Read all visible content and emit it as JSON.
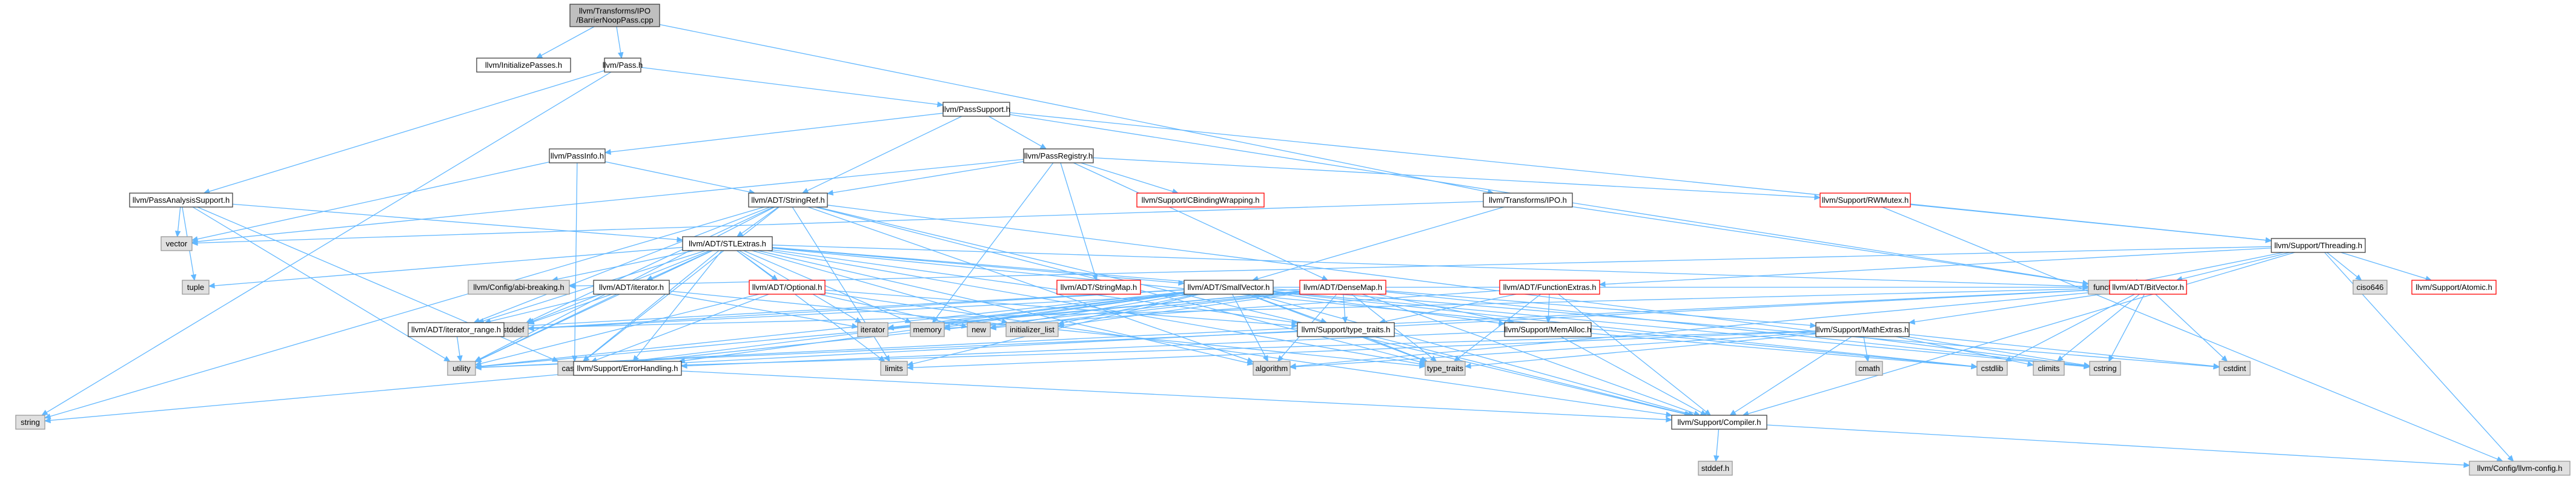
{
  "title": "llvm/Transforms/IPO/BarrierNoopPass.cpp",
  "colors": {
    "edge": "#63b8ff",
    "root_fill": "#bfbfbf",
    "node_fill": "#ffffff",
    "external_fill": "#e0e0e0",
    "truncated_border": "#ff0000",
    "normal_border": "#404040",
    "external_border": "#999999"
  },
  "nodes": [
    {
      "id": "root",
      "lines": [
        "llvm/Transforms/IPO",
        "/BarrierNoopPass.cpp"
      ],
      "kind": "root"
    },
    {
      "id": "initpasses",
      "lines": [
        "llvm/InitializePasses.h"
      ],
      "kind": "normal"
    },
    {
      "id": "pass",
      "lines": [
        "llvm/Pass.h"
      ],
      "kind": "normal"
    },
    {
      "id": "passsupport",
      "lines": [
        "llvm/PassSupport.h"
      ],
      "kind": "normal"
    },
    {
      "id": "passinfo",
      "lines": [
        "llvm/PassInfo.h"
      ],
      "kind": "normal"
    },
    {
      "id": "passregistry",
      "lines": [
        "llvm/PassRegistry.h"
      ],
      "kind": "normal"
    },
    {
      "id": "passanalysis",
      "lines": [
        "llvm/PassAnalysisSupport.h"
      ],
      "kind": "normal"
    },
    {
      "id": "stringref",
      "lines": [
        "llvm/ADT/StringRef.h"
      ],
      "kind": "normal"
    },
    {
      "id": "cbinding",
      "lines": [
        "llvm/Support/CBindingWrapping.h"
      ],
      "kind": "truncated"
    },
    {
      "id": "rwmutex",
      "lines": [
        "llvm/Support/RWMutex.h"
      ],
      "kind": "truncated"
    },
    {
      "id": "ipo",
      "lines": [
        "llvm/Transforms/IPO.h"
      ],
      "kind": "normal"
    },
    {
      "id": "threading",
      "lines": [
        "llvm/Support/Threading.h"
      ],
      "kind": "normal"
    },
    {
      "id": "vector",
      "lines": [
        "vector"
      ],
      "kind": "external"
    },
    {
      "id": "stlextras",
      "lines": [
        "llvm/ADT/STLExtras.h"
      ],
      "kind": "normal"
    },
    {
      "id": "tuple",
      "lines": [
        "tuple"
      ],
      "kind": "external"
    },
    {
      "id": "abibreaking",
      "lines": [
        "llvm/Config/abi-breaking.h"
      ],
      "kind": "external"
    },
    {
      "id": "adtiterator",
      "lines": [
        "llvm/ADT/iterator.h"
      ],
      "kind": "normal"
    },
    {
      "id": "optional",
      "lines": [
        "llvm/ADT/Optional.h"
      ],
      "kind": "truncated"
    },
    {
      "id": "stringmap",
      "lines": [
        "llvm/ADT/StringMap.h"
      ],
      "kind": "truncated"
    },
    {
      "id": "smallvector",
      "lines": [
        "llvm/ADT/SmallVector.h"
      ],
      "kind": "normal"
    },
    {
      "id": "densemap",
      "lines": [
        "llvm/ADT/DenseMap.h"
      ],
      "kind": "truncated"
    },
    {
      "id": "functionextras",
      "lines": [
        "llvm/ADT/FunctionExtras.h"
      ],
      "kind": "truncated"
    },
    {
      "id": "functional",
      "lines": [
        "functional"
      ],
      "kind": "external"
    },
    {
      "id": "bitvector",
      "lines": [
        "llvm/ADT/BitVector.h"
      ],
      "kind": "truncated"
    },
    {
      "id": "ciso646",
      "lines": [
        "ciso646"
      ],
      "kind": "external"
    },
    {
      "id": "atomic",
      "lines": [
        "llvm/Support/Atomic.h"
      ],
      "kind": "truncated"
    },
    {
      "id": "cstddef",
      "lines": [
        "cstddef"
      ],
      "kind": "external"
    },
    {
      "id": "iteratorrange",
      "lines": [
        "llvm/ADT/iterator_range.h"
      ],
      "kind": "normal"
    },
    {
      "id": "iterator",
      "lines": [
        "iterator"
      ],
      "kind": "external"
    },
    {
      "id": "memory",
      "lines": [
        "memory"
      ],
      "kind": "external"
    },
    {
      "id": "new",
      "lines": [
        "new"
      ],
      "kind": "external"
    },
    {
      "id": "initlist",
      "lines": [
        "initializer_list"
      ],
      "kind": "external"
    },
    {
      "id": "typetraitsh",
      "lines": [
        "llvm/Support/type_traits.h"
      ],
      "kind": "normal"
    },
    {
      "id": "memalloc",
      "lines": [
        "llvm/Support/MemAlloc.h"
      ],
      "kind": "normal"
    },
    {
      "id": "mathextras",
      "lines": [
        "llvm/Support/MathExtras.h"
      ],
      "kind": "normal"
    },
    {
      "id": "utility",
      "lines": [
        "utility"
      ],
      "kind": "external"
    },
    {
      "id": "cassert",
      "lines": [
        "cassert"
      ],
      "kind": "external"
    },
    {
      "id": "errorhandling",
      "lines": [
        "llvm/Support/ErrorHandling.h"
      ],
      "kind": "normal"
    },
    {
      "id": "limits",
      "lines": [
        "limits"
      ],
      "kind": "external"
    },
    {
      "id": "algorithm",
      "lines": [
        "algorithm"
      ],
      "kind": "external"
    },
    {
      "id": "typetraits",
      "lines": [
        "type_traits"
      ],
      "kind": "external"
    },
    {
      "id": "cmath",
      "lines": [
        "cmath"
      ],
      "kind": "external"
    },
    {
      "id": "cstdlib",
      "lines": [
        "cstdlib"
      ],
      "kind": "external"
    },
    {
      "id": "climits",
      "lines": [
        "climits"
      ],
      "kind": "external"
    },
    {
      "id": "cstring",
      "lines": [
        "cstring"
      ],
      "kind": "external"
    },
    {
      "id": "cstdint",
      "lines": [
        "cstdint"
      ],
      "kind": "external"
    },
    {
      "id": "string",
      "lines": [
        "string"
      ],
      "kind": "external"
    },
    {
      "id": "compiler",
      "lines": [
        "llvm/Support/Compiler.h"
      ],
      "kind": "normal"
    },
    {
      "id": "stddef",
      "lines": [
        "stddef.h"
      ],
      "kind": "external"
    },
    {
      "id": "llvmconfig",
      "lines": [
        "llvm/Config/llvm-config.h"
      ],
      "kind": "external"
    }
  ],
  "edges": [
    [
      "root",
      "initpasses"
    ],
    [
      "root",
      "pass"
    ],
    [
      "root",
      "ipo"
    ],
    [
      "pass",
      "passsupport"
    ],
    [
      "pass",
      "passanalysis"
    ],
    [
      "pass",
      "string"
    ],
    [
      "passsupport",
      "passinfo"
    ],
    [
      "passsupport",
      "passregistry"
    ],
    [
      "passsupport",
      "stringref"
    ],
    [
      "passsupport",
      "threading"
    ],
    [
      "passsupport",
      "functional"
    ],
    [
      "passinfo",
      "stringref"
    ],
    [
      "passinfo",
      "cassert"
    ],
    [
      "passinfo",
      "vector"
    ],
    [
      "passregistry",
      "stringref"
    ],
    [
      "passregistry",
      "cbinding"
    ],
    [
      "passregistry",
      "rwmutex"
    ],
    [
      "passregistry",
      "stringmap"
    ],
    [
      "passregistry",
      "densemap"
    ],
    [
      "passregistry",
      "memory"
    ],
    [
      "passregistry",
      "vector"
    ],
    [
      "passanalysis",
      "stlextras"
    ],
    [
      "passanalysis",
      "cassert"
    ],
    [
      "passanalysis",
      "tuple"
    ],
    [
      "passanalysis",
      "utility"
    ],
    [
      "passanalysis",
      "vector"
    ],
    [
      "stringref",
      "stlextras"
    ],
    [
      "stringref",
      "iteratorrange"
    ],
    [
      "stringref",
      "compiler"
    ],
    [
      "stringref",
      "algorithm"
    ],
    [
      "stringref",
      "cassert"
    ],
    [
      "stringref",
      "cstddef"
    ],
    [
      "stringref",
      "cstring"
    ],
    [
      "stringref",
      "limits"
    ],
    [
      "stringref",
      "string"
    ],
    [
      "stringref",
      "typetraits"
    ],
    [
      "stringref",
      "utility"
    ],
    [
      "rwmutex",
      "threading"
    ],
    [
      "rwmutex",
      "llvmconfig"
    ],
    [
      "ipo",
      "functional"
    ],
    [
      "ipo",
      "smallvector"
    ],
    [
      "ipo",
      "vector"
    ],
    [
      "threading",
      "bitvector"
    ],
    [
      "threading",
      "functionextras"
    ],
    [
      "threading",
      "abibreaking"
    ],
    [
      "threading",
      "llvmconfig"
    ],
    [
      "threading",
      "ciso646"
    ],
    [
      "threading",
      "functional"
    ],
    [
      "threading",
      "atomic"
    ],
    [
      "threading",
      "compiler"
    ],
    [
      "stlextras",
      "abibreaking"
    ],
    [
      "stlextras",
      "adtiterator"
    ],
    [
      "stlextras",
      "optional"
    ],
    [
      "stlextras",
      "iteratorrange"
    ],
    [
      "stlextras",
      "smallvector"
    ],
    [
      "stlextras",
      "tuple"
    ],
    [
      "stlextras",
      "typetraitsh"
    ],
    [
      "stlextras",
      "algorithm"
    ],
    [
      "stlextras",
      "cassert"
    ],
    [
      "stlextras",
      "cstddef"
    ],
    [
      "stlextras",
      "cstdint"
    ],
    [
      "stlextras",
      "cstdlib"
    ],
    [
      "stlextras",
      "functional"
    ],
    [
      "stlextras",
      "initlist"
    ],
    [
      "stlextras",
      "iterator"
    ],
    [
      "stlextras",
      "limits"
    ],
    [
      "stlextras",
      "memory"
    ],
    [
      "stlextras",
      "typetraits"
    ],
    [
      "stlextras",
      "utility"
    ],
    [
      "stlextras",
      "errorhandling"
    ],
    [
      "adtiterator",
      "iteratorrange"
    ],
    [
      "adtiterator",
      "cstddef"
    ],
    [
      "adtiterator",
      "iterator"
    ],
    [
      "adtiterator",
      "typetraits"
    ],
    [
      "adtiterator",
      "utility"
    ],
    [
      "optional",
      "cassert"
    ],
    [
      "optional",
      "new"
    ],
    [
      "optional",
      "utility"
    ],
    [
      "optional",
      "compiler"
    ],
    [
      "optional",
      "typetraitsh"
    ],
    [
      "smallvector",
      "compiler"
    ],
    [
      "smallvector",
      "typetraitsh"
    ],
    [
      "smallvector",
      "algorithm"
    ],
    [
      "smallvector",
      "cassert"
    ],
    [
      "smallvector",
      "cstddef"
    ],
    [
      "smallvector",
      "cstdlib"
    ],
    [
      "smallvector",
      "cstring"
    ],
    [
      "smallvector",
      "functional"
    ],
    [
      "smallvector",
      "initlist"
    ],
    [
      "smallvector",
      "iterator"
    ],
    [
      "smallvector",
      "limits"
    ],
    [
      "smallvector",
      "memory"
    ],
    [
      "smallvector",
      "new"
    ],
    [
      "smallvector",
      "typetraits"
    ],
    [
      "smallvector",
      "utility"
    ],
    [
      "smallvector",
      "errorhandling"
    ],
    [
      "smallvector",
      "memalloc"
    ],
    [
      "smallvector",
      "iteratorrange"
    ],
    [
      "densemap",
      "mathextras"
    ],
    [
      "densemap",
      "memalloc"
    ],
    [
      "densemap",
      "typetraitsh"
    ],
    [
      "densemap",
      "algorithm"
    ],
    [
      "densemap",
      "cassert"
    ],
    [
      "densemap",
      "cstddef"
    ],
    [
      "densemap",
      "cstring"
    ],
    [
      "densemap",
      "initlist"
    ],
    [
      "densemap",
      "iterator"
    ],
    [
      "densemap",
      "new"
    ],
    [
      "densemap",
      "typetraits"
    ],
    [
      "densemap",
      "utility"
    ],
    [
      "densemap",
      "compiler"
    ],
    [
      "functionextras",
      "memalloc"
    ],
    [
      "functionextras",
      "typetraitsh"
    ],
    [
      "functionextras",
      "memory"
    ],
    [
      "functionextras",
      "typetraits"
    ],
    [
      "functionextras",
      "compiler"
    ],
    [
      "bitvector",
      "iteratorrange"
    ],
    [
      "bitvector",
      "mathextras"
    ],
    [
      "bitvector",
      "algorithm"
    ],
    [
      "bitvector",
      "cassert"
    ],
    [
      "bitvector",
      "climits"
    ],
    [
      "bitvector",
      "cstdint"
    ],
    [
      "bitvector",
      "cstdlib"
    ],
    [
      "bitvector",
      "cstring"
    ],
    [
      "bitvector",
      "utility"
    ],
    [
      "iteratorrange",
      "utility"
    ],
    [
      "typetraitsh",
      "typetraits"
    ],
    [
      "typetraitsh",
      "utility"
    ],
    [
      "typetraitsh",
      "compiler"
    ],
    [
      "memalloc",
      "compiler"
    ],
    [
      "memalloc",
      "errorhandling"
    ],
    [
      "memalloc",
      "cstdlib"
    ],
    [
      "mathextras",
      "compiler"
    ],
    [
      "mathextras",
      "cmath"
    ],
    [
      "mathextras",
      "algorithm"
    ],
    [
      "mathextras",
      "cassert"
    ],
    [
      "mathextras",
      "climits"
    ],
    [
      "mathextras",
      "cstdint"
    ],
    [
      "mathextras",
      "cstring"
    ],
    [
      "mathextras",
      "limits"
    ],
    [
      "mathextras",
      "typetraits"
    ],
    [
      "errorhandling",
      "compiler"
    ],
    [
      "errorhandling",
      "string"
    ],
    [
      "compiler",
      "llvmconfig"
    ],
    [
      "compiler",
      "stddef"
    ]
  ]
}
